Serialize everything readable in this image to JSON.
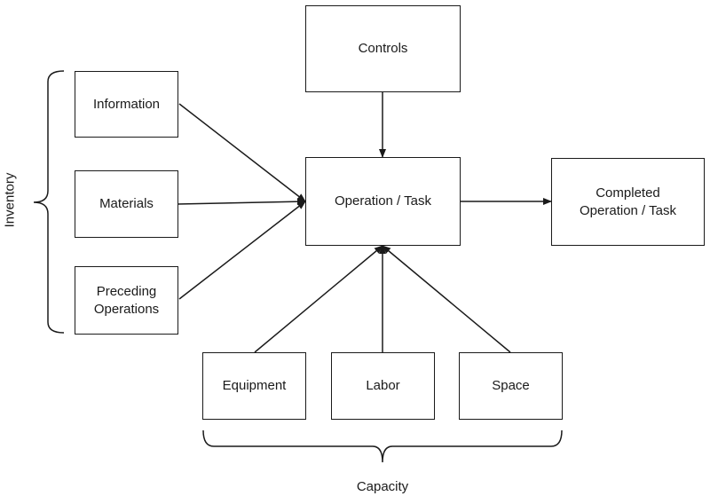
{
  "boxes": {
    "controls": "Controls",
    "information": "Information",
    "materials": "Materials",
    "preceding": "Preceding\nOperations",
    "operation": "Operation / Task",
    "completed": "Completed\nOperation / Task",
    "equipment": "Equipment",
    "labor": "Labor",
    "space": "Space"
  },
  "groups": {
    "inventory": "Inventory",
    "capacity": "Capacity"
  },
  "colors": {
    "stroke": "#1a1a1a",
    "background": "#ffffff"
  }
}
